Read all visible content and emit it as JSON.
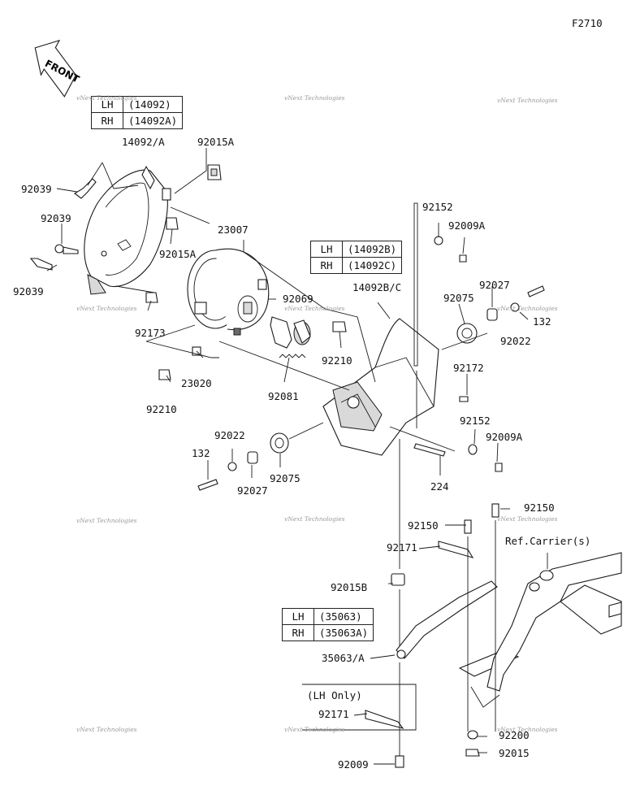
{
  "figure_code": "F2710",
  "front_arrow_text": "FRONT",
  "watermark_text": "vNext Technologies",
  "tables": {
    "headlight_housing": {
      "rows": [
        {
          "side": "LH",
          "part": "(14092)"
        },
        {
          "side": "RH",
          "part": "(14092A)"
        }
      ]
    },
    "cover": {
      "rows": [
        {
          "side": "LH",
          "part": "(14092B)"
        },
        {
          "side": "RH",
          "part": "(14092C)"
        }
      ]
    },
    "bracket": {
      "rows": [
        {
          "side": "LH",
          "part": "(35063)"
        },
        {
          "side": "RH",
          "part": "(35063A)"
        }
      ]
    }
  },
  "labels": {
    "p14092_a": "14092/A",
    "p92015a_top": "92015A",
    "p92039_1": "92039",
    "p92039_2": "92039",
    "p92039_3": "92039",
    "p92015a_mid": "92015A",
    "p23007": "23007",
    "p92173": "92173",
    "p92069": "92069",
    "p92210_right": "92210",
    "p23020": "23020",
    "p92210_left": "92210",
    "p92081": "92081",
    "p92152_top": "92152",
    "p92009a_top": "92009A",
    "p14092b_c": "14092B/C",
    "p92075_top": "92075",
    "p92027_top": "92027",
    "p132_right": "132",
    "p92022_right": "92022",
    "p92172": "92172",
    "p92152_mid": "92152",
    "p92009a_mid": "92009A",
    "p92022_left": "92022",
    "p132_left": "132",
    "p92027_left": "92027",
    "p92075_left": "92075",
    "p224": "224",
    "p92150_a": "92150",
    "p92150_b": "92150",
    "ref_carrier": "Ref.Carrier(s)",
    "p92171_top": "92171",
    "p92015b": "92015B",
    "p35063_a": "35063/A",
    "lh_only": "(LH Only)",
    "p92171_bottom": "92171",
    "p92200": "92200",
    "p92015": "92015",
    "p92009": "92009"
  }
}
